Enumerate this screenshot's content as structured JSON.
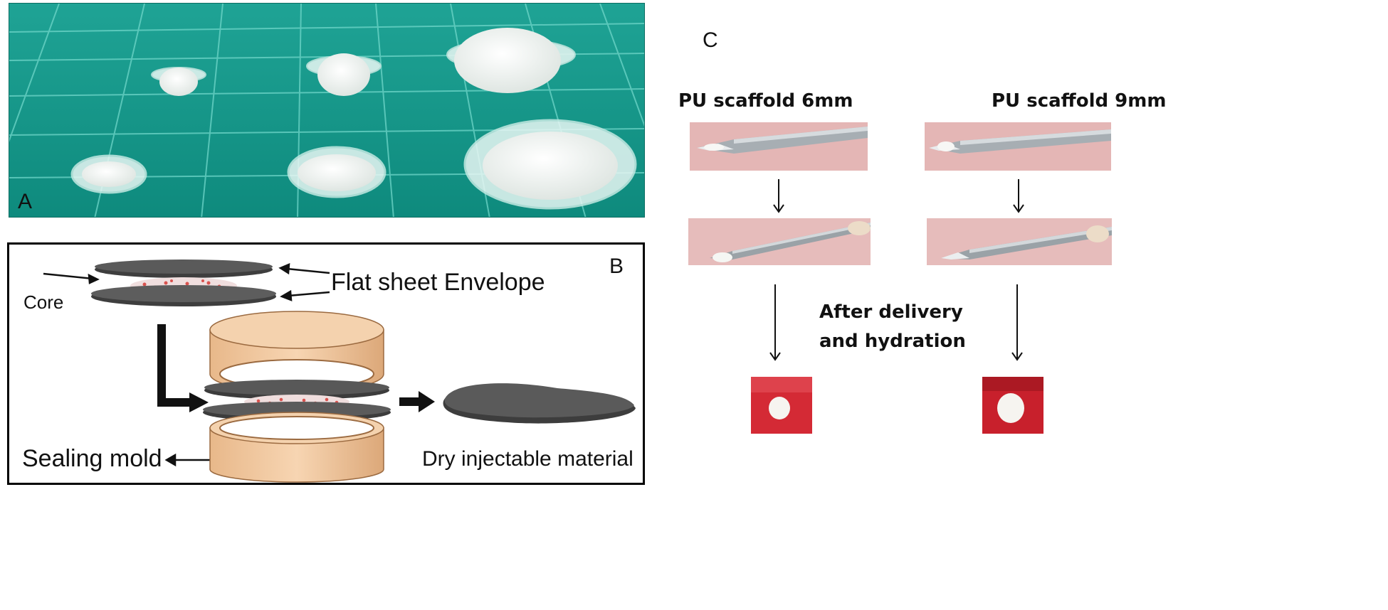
{
  "panels": {
    "a": {
      "letter": "A"
    },
    "b": {
      "letter": "B",
      "labels": {
        "core": "Core",
        "envelope": "Flat sheet Envelope",
        "sealing_mold": "Sealing mold",
        "dry_material": "Dry injectable material"
      }
    },
    "c": {
      "letter": "C",
      "col_left": "PU scaffold 6mm",
      "col_right": "PU scaffold 9mm",
      "caption_line1": "After delivery",
      "caption_line2": "and hydration"
    }
  },
  "colors": {
    "grid_bg": "#14998c",
    "grid_line": "#5fd1c4",
    "scaffold": "#f4f6f3",
    "sheet": "#4a4a4a",
    "mold": "#f2c9a0",
    "mold_edge": "#b07a4c",
    "core_dots": "#d9534f",
    "photo_pink": "#e7b9b8",
    "photo_red": "#d42a35",
    "needle": "#9ba3a8"
  },
  "icons": {
    "down_arrow": "down-arrow-icon",
    "right_arrow": "right-arrow-icon",
    "left_arrow": "left-arrow-icon"
  }
}
